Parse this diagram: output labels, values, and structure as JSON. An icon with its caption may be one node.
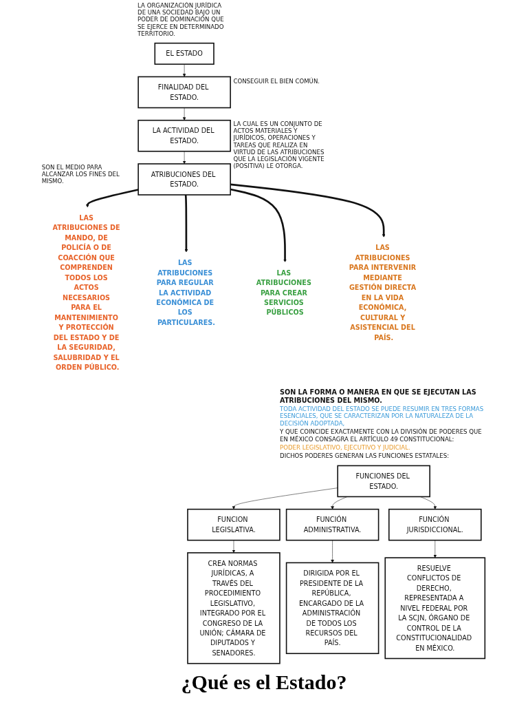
{
  "diagram": {
    "caption": "¿Qué es el Estado?",
    "nodes": [
      {
        "text": [
          "EL ESTADO"
        ],
        "beside": [
          "LA ORGANIZACIÓN JURÍDICA DE UNA SOCIEDAD BAJO UN PODER DE DOMINACIÓN QUE SE EJERCE EN DETERMINADO TERRITORIO."
        ]
      },
      {
        "text": [
          "FINALIDAD DEL ESTADO."
        ],
        "beside": [
          "CONSEGUIR EL BIEN COMÚN."
        ]
      },
      {
        "text": [
          "LA ACTIVIDAD DEL ESTADO."
        ],
        "beside": [
          "LA CUAL ES UN CONJUNTO DE ACTOS MATERIALES Y JURÍDICOS, OPERACIONES Y TAREAS QUE REALIZA EN VIRTUD DE LAS ATRIBUCIONES QUE LA LEGISLACIÓN VIGENTE (POSITIVA) LE OTORGA."
        ]
      },
      {
        "text": [
          "ATRIBUCIONES DEL ESTADO."
        ],
        "beside": [
          "SON EL MEDIO PARA ALCANZAR LOS FINES DEL MISMO."
        ]
      },
      {
        "text": [
          "LAS ATRIBUCIONES DE MANDO, DE POLICÍA O DE COACCIÓN QUE COMPRENDEN TODOS LOS ACTOS NECESARIOS PARA EL MANTENIMIENTO Y PROTECCIÓN DEL ESTADO Y DE LA SEGURIDAD, SALUBRIDAD Y EL ORDEN PÚBLICO."
        ]
      },
      {
        "text": [
          "LAS ATRIBUCIONES PARA REGULAR LA ACTIVIDAD ECONÓMICA DE LOS PARTICULARES."
        ]
      },
      {
        "text": [
          "LAS ATRIBUCIONES PARA CREAR SERVICIOS PÚBLICOS"
        ]
      },
      {
        "text": [
          "LAS ATRIBUCIONES PARA INTERVENIR MEDIANTE GESTIÓN DIRECTA EN LA VIDA ECONÓMICA, CULTURAL Y ASISTENCIAL DEL PAÍS."
        ]
      },
      {
        "text": [
          "FUNCIONES DEL ESTADO."
        ],
        "beside": [
          "SON LA FORMA O MANERA EN QUE SE EJECUTAN LAS ATRIBUCIONES DEL MISMO.",
          "TODA ACTIVIDAD DEL ESTADO SE PUEDE RESUMIR EN TRES FORMAS ESENCIALES, QUE SE CARACTERIZAN POR LA NATURALEZA DE LA DECISIÓN ADOPTADA,",
          "Y QUE COINCIDE EXACTAMENTE CON LA DIVISIÓN DE PODERES QUE EN MÉXICO CONSAGRA EL ARTÍCULO 49 CONSTITUCIONAL:",
          "PODER LEGISLATIVO, EJECUTIVO Y JUDICIAL.",
          "DICHOS PODERES GENERAN LAS FUNCIONES ESTATALES:"
        ]
      },
      {
        "text": [
          "FUNCION LEGISLATIVA."
        ]
      },
      {
        "text": [
          "FUNCIÓN ADMINISTRATIVA."
        ]
      },
      {
        "text": [
          "FUNCIÓN JURISDICCIONAL."
        ]
      },
      {
        "text": [
          "CREA NORMAS JURÍDICAS, A TRAVÉS DEL PROCEDIMIENTO LEGISLATIVO, INTEGRADO POR EL CONGRESO DE LA UNIÓN; CÁMARA DE DIPUTADOS Y SENADORES."
        ]
      },
      {
        "text": [
          "DIRIGIDA POR EL PRESIDENTE DE LA REPÚBLICA, ENCARGADO DE LA ADMINISTRACIÓN DE TODOS LOS RECURSOS DEL PAÍS."
        ]
      },
      {
        "text": [
          "RESUELVE CONFLICTOS DE DERECHO, REPRESENTADA A NIVEL FEDERAL POR LA SCJN, ÓRGANO DE CONTROL DE LA CONSTITUCIONALIDAD EN MÉXICO."
        ]
      }
    ],
    "edges": [
      {
        "from": 0,
        "to": 1,
        "arrow": "to"
      },
      {
        "from": 1,
        "to": 2,
        "arrow": "to"
      },
      {
        "from": 2,
        "to": 3,
        "arrow": "to"
      },
      {
        "from": 3,
        "to": 4,
        "arrow": "to",
        "style": "thick"
      },
      {
        "from": 3,
        "to": 5,
        "arrow": "to",
        "style": "thick"
      },
      {
        "from": 3,
        "to": 6,
        "arrow": "to",
        "style": "thick"
      },
      {
        "from": 3,
        "to": 7,
        "arrow": "to",
        "style": "thick"
      },
      {
        "from": 8,
        "to": 9,
        "arrow": "to"
      },
      {
        "from": 8,
        "to": 10,
        "arrow": "to"
      },
      {
        "from": 8,
        "to": 11,
        "arrow": "to"
      },
      {
        "from": 9,
        "to": 12,
        "arrow": "to"
      },
      {
        "from": 10,
        "to": 13,
        "arrow": "to"
      },
      {
        "from": 11,
        "to": 14,
        "arrow": "to"
      }
    ]
  }
}
